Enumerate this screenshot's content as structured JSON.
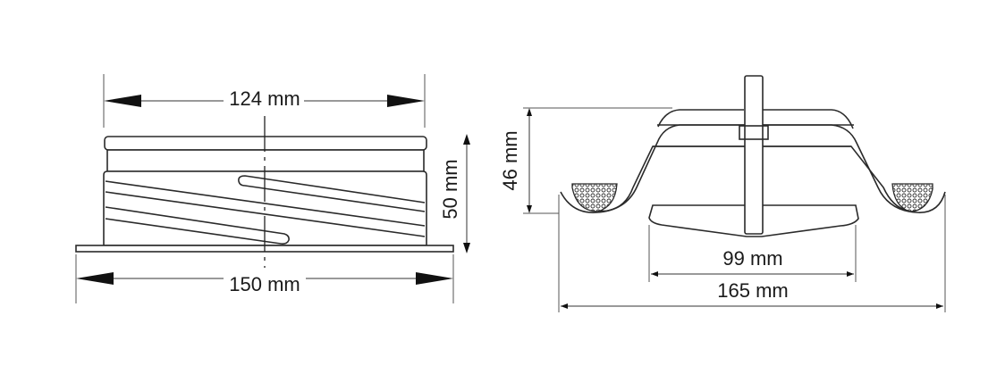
{
  "side_view": {
    "width_top_label": "124 mm",
    "width_flange_label": "150 mm",
    "height_label": "50 mm"
  },
  "section_view": {
    "height_label": "46 mm",
    "disc_width_label": "99 mm",
    "outer_width_label": "165 mm"
  },
  "colors": {
    "line": "#2a2a2a",
    "background": "#ffffff"
  }
}
